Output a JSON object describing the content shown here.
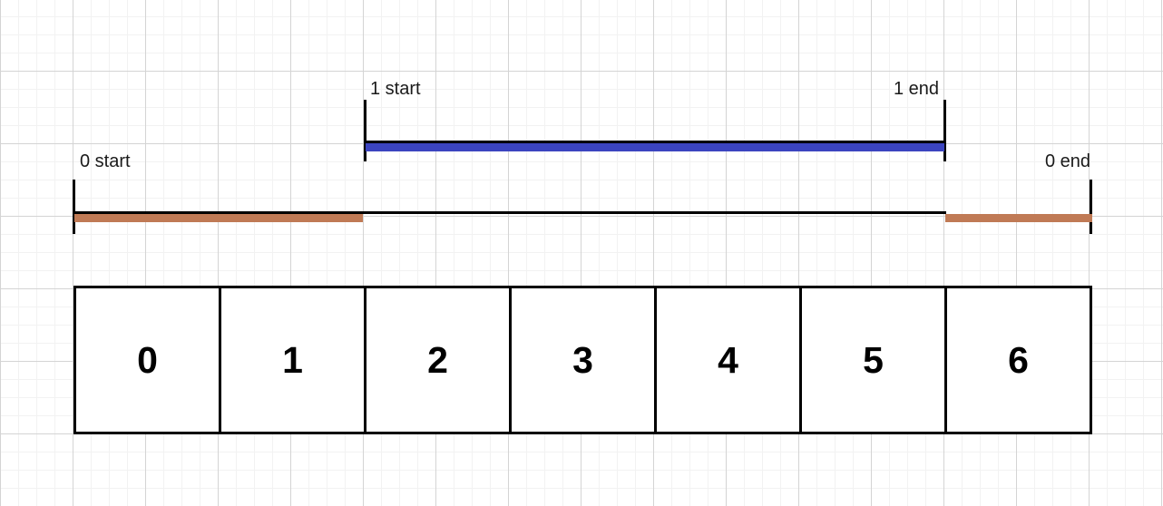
{
  "diagram": {
    "title": "interval-overlap-diagram",
    "colors": {
      "interval_1": "#3b44bf",
      "interval_0": "#c07a55",
      "rail": "#000000",
      "grid_major": "#d4d4d4",
      "grid_minor": "#f2f2f2",
      "background": "#ffffff"
    },
    "labels": {
      "interval_1_start": "1 start",
      "interval_1_end": "1 end",
      "interval_0_start": "0 start",
      "interval_0_end": "0 end"
    },
    "intervals": [
      {
        "id": "1",
        "start_label": "1 start",
        "end_label": "1 end",
        "color": "#3b44bf",
        "start_index": 2,
        "end_index": 6
      },
      {
        "id": "0",
        "start_label": "0 start",
        "end_label": "0 end",
        "color": "#c07a55",
        "start_index": 0,
        "end_index": 7
      }
    ],
    "cells": [
      {
        "label": "0"
      },
      {
        "label": "1"
      },
      {
        "label": "2"
      },
      {
        "label": "3"
      },
      {
        "label": "4"
      },
      {
        "label": "5"
      },
      {
        "label": "6"
      }
    ]
  }
}
